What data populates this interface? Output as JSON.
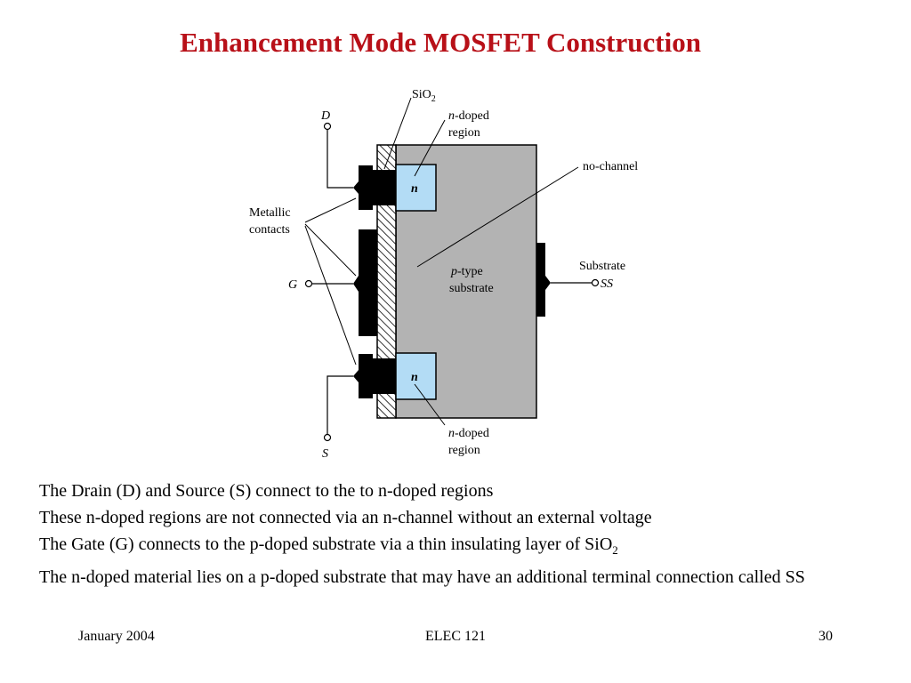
{
  "slide": {
    "title": "Enhancement Mode MOSFET Construction"
  },
  "diagram": {
    "labels": {
      "drain": "D",
      "gate": "G",
      "source": "S",
      "sio2_base": "SiO",
      "sio2_sub": "2",
      "n_doped_top_1": "n",
      "n_doped_top_2": "-doped",
      "n_doped_top_3": "region",
      "n_doped_bottom_1": "n",
      "n_doped_bottom_2": "-doped",
      "n_doped_bottom_3": "region",
      "no_channel": "no-channel",
      "metallic_1": "Metallic",
      "metallic_2": "contacts",
      "p_type_1": "p",
      "p_type_2": "-type",
      "p_type_3": "substrate",
      "substrate": "Substrate",
      "ss": "SS",
      "n_region_top": "n",
      "n_region_bottom": "n"
    },
    "colors": {
      "substrate_fill": "#b3b3b3",
      "n_region_fill": "#b3dcf5",
      "metal_fill": "#000000",
      "title_color": "#b81018"
    }
  },
  "body": {
    "line1": "The Drain (D) and Source (S) connect to the to n-doped regions",
    "line2": "These n-doped regions are not connected via an n-channel without an external voltage",
    "line3_text": "The Gate (G) connects to the p-doped substrate via a thin insulating layer of SiO",
    "line3_sub": "2",
    "line4": "The n-doped material lies on a p-doped substrate that may have an additional terminal connection called SS"
  },
  "footer": {
    "date": "January 2004",
    "course": "ELEC 121",
    "page": "30"
  }
}
